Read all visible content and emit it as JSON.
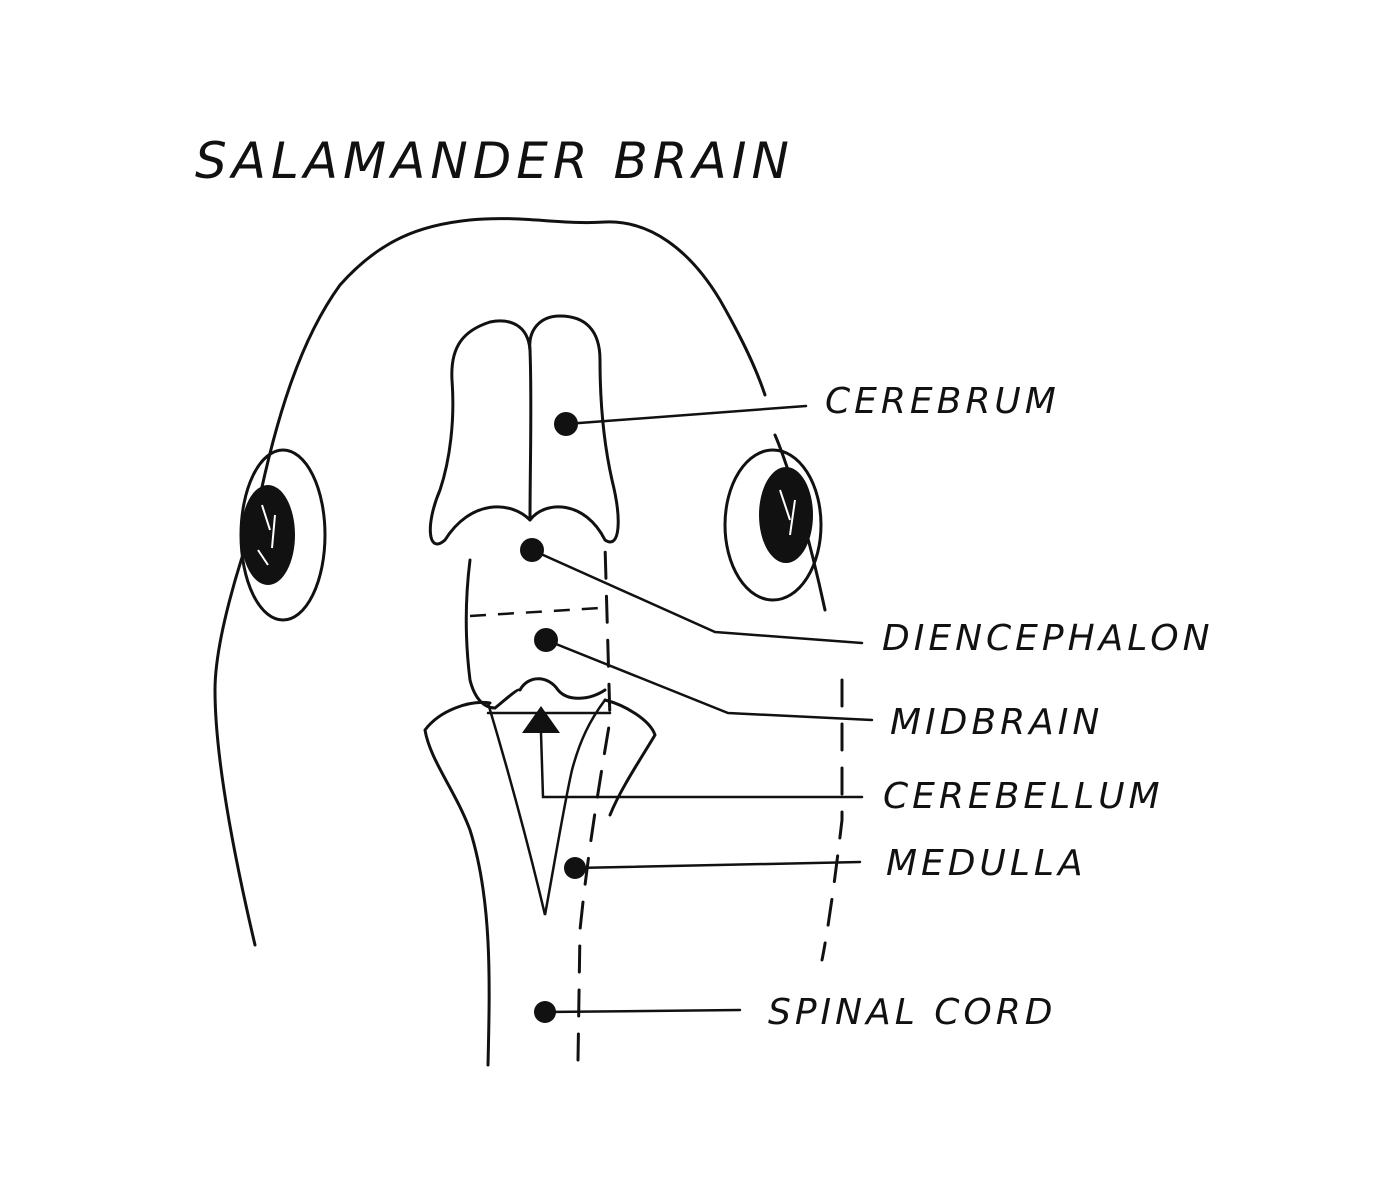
{
  "title": "SALAMANDER BRAIN",
  "labels": {
    "cerebrum": "CEREBRUM",
    "diencephalon": "DIENCEPHALON",
    "midbrain": "MIDBRAIN",
    "cerebellum": "CEREBELLUM",
    "medulla": "MEDULLA",
    "spinal_cord": "SPINAL CORD"
  },
  "colors": {
    "ink": "#111111",
    "background": "#ffffff"
  }
}
